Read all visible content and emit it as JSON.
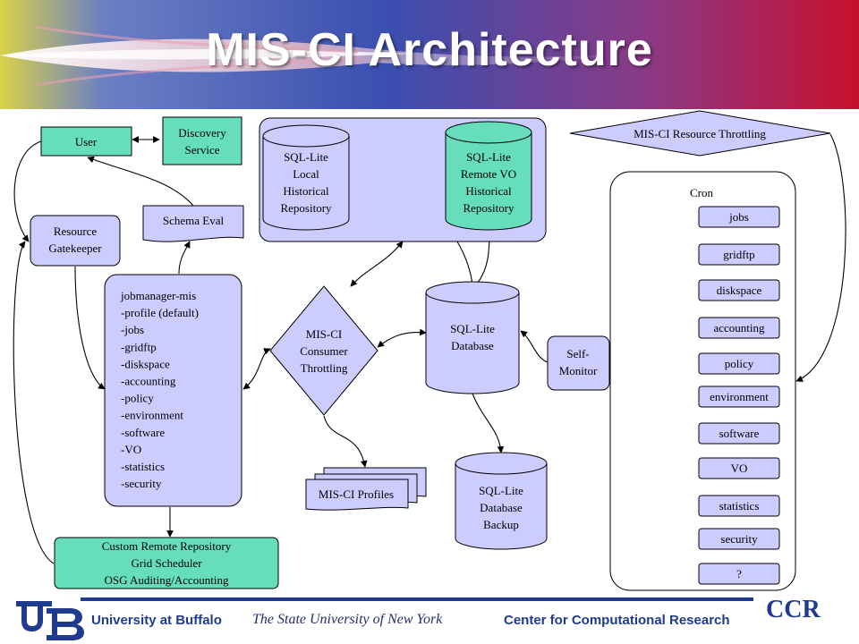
{
  "title": "MIS-CI Architecture",
  "colors": {
    "box_fill": "#ccccff",
    "green_fill": "#66ddbb",
    "banner_blue": "#2b3aa0",
    "banner_red": "#c8102e",
    "footer_blue": "#1f3b8f"
  },
  "nodes": {
    "user": "User",
    "discovery_1": "Discovery",
    "discovery_2": "Service",
    "resource_1": "Resource",
    "resource_2": "Gatekeeper",
    "schema_eval": "Schema Eval",
    "jobmanager": [
      "jobmanager-mis",
      "-profile (default)",
      "-jobs",
      "-gridftp",
      "-diskspace",
      "-accounting",
      "-policy",
      "-environment",
      "-software",
      "-VO",
      "-statistics",
      "-security"
    ],
    "custom_repo": [
      "Custom Remote Repository",
      "Grid Scheduler",
      "OSG Auditing/Accounting"
    ],
    "local_repo": [
      "SQL-Lite",
      "Local",
      "Historical",
      "Repository"
    ],
    "remote_repo": [
      "SQL-Lite",
      "Remote VO",
      "Historical",
      "Repository"
    ],
    "consumer": [
      "MIS-CI",
      "Consumer",
      "Throttling"
    ],
    "database": [
      "SQL-Lite",
      "Database"
    ],
    "backup": [
      "SQL-Lite",
      "Database",
      "Backup"
    ],
    "profiles": "MIS-CI Profiles",
    "self_monitor": [
      "Self-",
      "Monitor"
    ],
    "resource_throttling": "MIS-CI Resource Throttling",
    "cron": "Cron",
    "cron_items": [
      "jobs",
      "gridftp",
      "diskspace",
      "accounting",
      "policy",
      "environment",
      "software",
      "VO",
      "statistics",
      "security",
      "?"
    ]
  },
  "footer": {
    "left": "University at Buffalo",
    "middle": "The State University of New York",
    "right": "Center for Computational Research",
    "ccr": "CCR"
  }
}
